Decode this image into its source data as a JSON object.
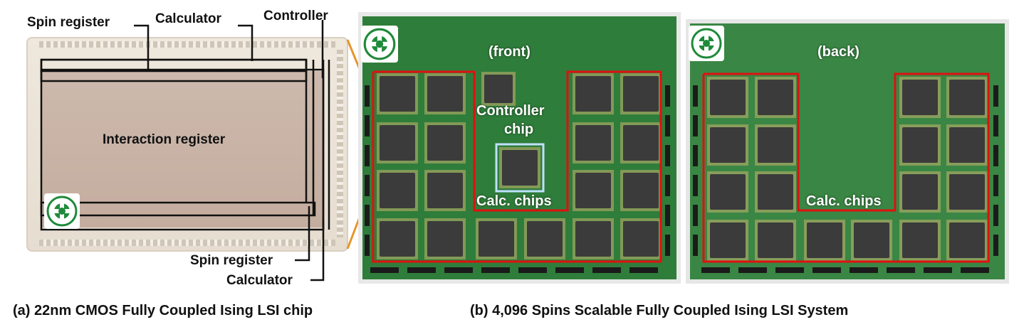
{
  "chip": {
    "labels": {
      "spin_register_top": "Spin register",
      "calculator_top": "Calculator",
      "controller": "Controller",
      "interaction_register": "Interaction register",
      "spin_register_bottom": "Spin register",
      "calculator_bottom": "Calculator"
    },
    "caption": "(a) 22nm CMOS Fully Coupled Ising LSI chip"
  },
  "board_front": {
    "labels": {
      "side": "(front)",
      "controller_chip_line1": "Controller",
      "controller_chip_line2": "chip",
      "calc_chips": "Calc. chips"
    }
  },
  "board_back": {
    "labels": {
      "side": "(back)",
      "calc_chips": "Calc. chips"
    }
  },
  "caption_b": "(b) 4,096 Spins Scalable Fully Coupled Ising LSI System",
  "colors": {
    "highlight_red": "#e01010",
    "highlight_blue": "#bfe0ff",
    "connector_orange": "#e8952a",
    "pcb_green": "#2f7d3a",
    "die_tan": "#c7b1a4",
    "chip_dark": "#3b3b3b",
    "logo_green": "#1f8a3a"
  }
}
